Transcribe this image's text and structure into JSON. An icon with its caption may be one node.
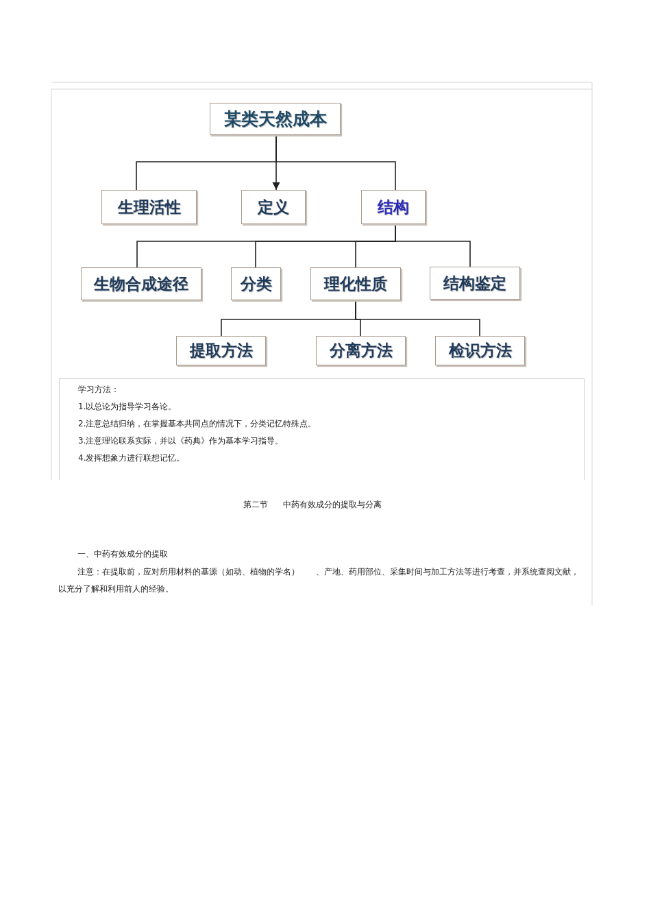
{
  "diagram": {
    "nodes": [
      {
        "text": [
          "某类天然成本"
        ]
      },
      {
        "text": [
          "生理活性"
        ]
      },
      {
        "text": [
          "定义"
        ]
      },
      {
        "text": [
          "结构"
        ]
      },
      {
        "text": [
          "生物合成途径"
        ]
      },
      {
        "text": [
          "分类"
        ]
      },
      {
        "text": [
          "理化性质"
        ]
      },
      {
        "text": [
          "结构鉴定"
        ]
      },
      {
        "text": [
          "提取方法"
        ]
      },
      {
        "text": [
          "分离方法"
        ]
      },
      {
        "text": [
          "检识方法"
        ]
      },
      {
        "text": [
          "学习方法：",
          "1.以总论为指导学习各论。",
          "2.注意总结归纳，在掌握基本共同点的情况下，分类记忆特殊点。",
          "3.注意理论联系实际，并以《药典》作为基本学习指导。",
          "4.发挥想象力进行联想记忆。"
        ]
      }
    ],
    "edges": [
      {
        "from": 0,
        "to": 1,
        "arrow": "none"
      },
      {
        "from": 0,
        "to": 2,
        "arrow": "to"
      },
      {
        "from": 0,
        "to": 3,
        "arrow": "none"
      },
      {
        "from": 3,
        "to": 4,
        "arrow": "none"
      },
      {
        "from": 3,
        "to": 5,
        "arrow": "none"
      },
      {
        "from": 3,
        "to": 6,
        "arrow": "none"
      },
      {
        "from": 3,
        "to": 7,
        "arrow": "none"
      },
      {
        "from": 6,
        "to": 8,
        "arrow": "none"
      },
      {
        "from": 6,
        "to": 9,
        "arrow": "none"
      },
      {
        "from": 6,
        "to": 10,
        "arrow": "none"
      }
    ],
    "labels": [
      "第二节",
      "中药有效成分的提取与分离",
      "一、中药有效成分的提取",
      "注意：在提取前，应对所用材料的基源（如动、植物的学名）　　、产地、药用部位、采集时间与加工方法等进行考查，并系统查阅文献，以充分了解和利用前人的经验。"
    ]
  }
}
